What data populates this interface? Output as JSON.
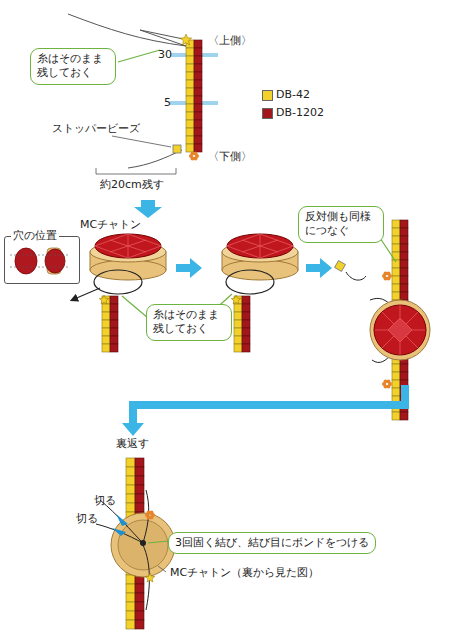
{
  "diagram": {
    "nodes": [
      {
        "text": [
          "糸はそのまま残しておく"
        ]
      },
      {
        "text": [
          "穴の位置"
        ]
      },
      {
        "text": [
          "糸はそのまま残しておく"
        ]
      },
      {
        "text": [
          "反対側も同様につなぐ"
        ]
      },
      {
        "text": [
          "3回固く結び、結び目にボンドをつける"
        ]
      }
    ],
    "labels": [
      "30",
      "5",
      "〈上側〉",
      "〈下側〉",
      "ストッパービーズ",
      "約20cm残す",
      "MCチャトン",
      "裏返す",
      "切る",
      "切る",
      "MCチャトン（裏から見た図）"
    ],
    "legend": [
      {
        "text": "DB-42",
        "color": "#f2d12a"
      },
      {
        "text": "DB-1202",
        "color": "#a3161c"
      }
    ]
  }
}
